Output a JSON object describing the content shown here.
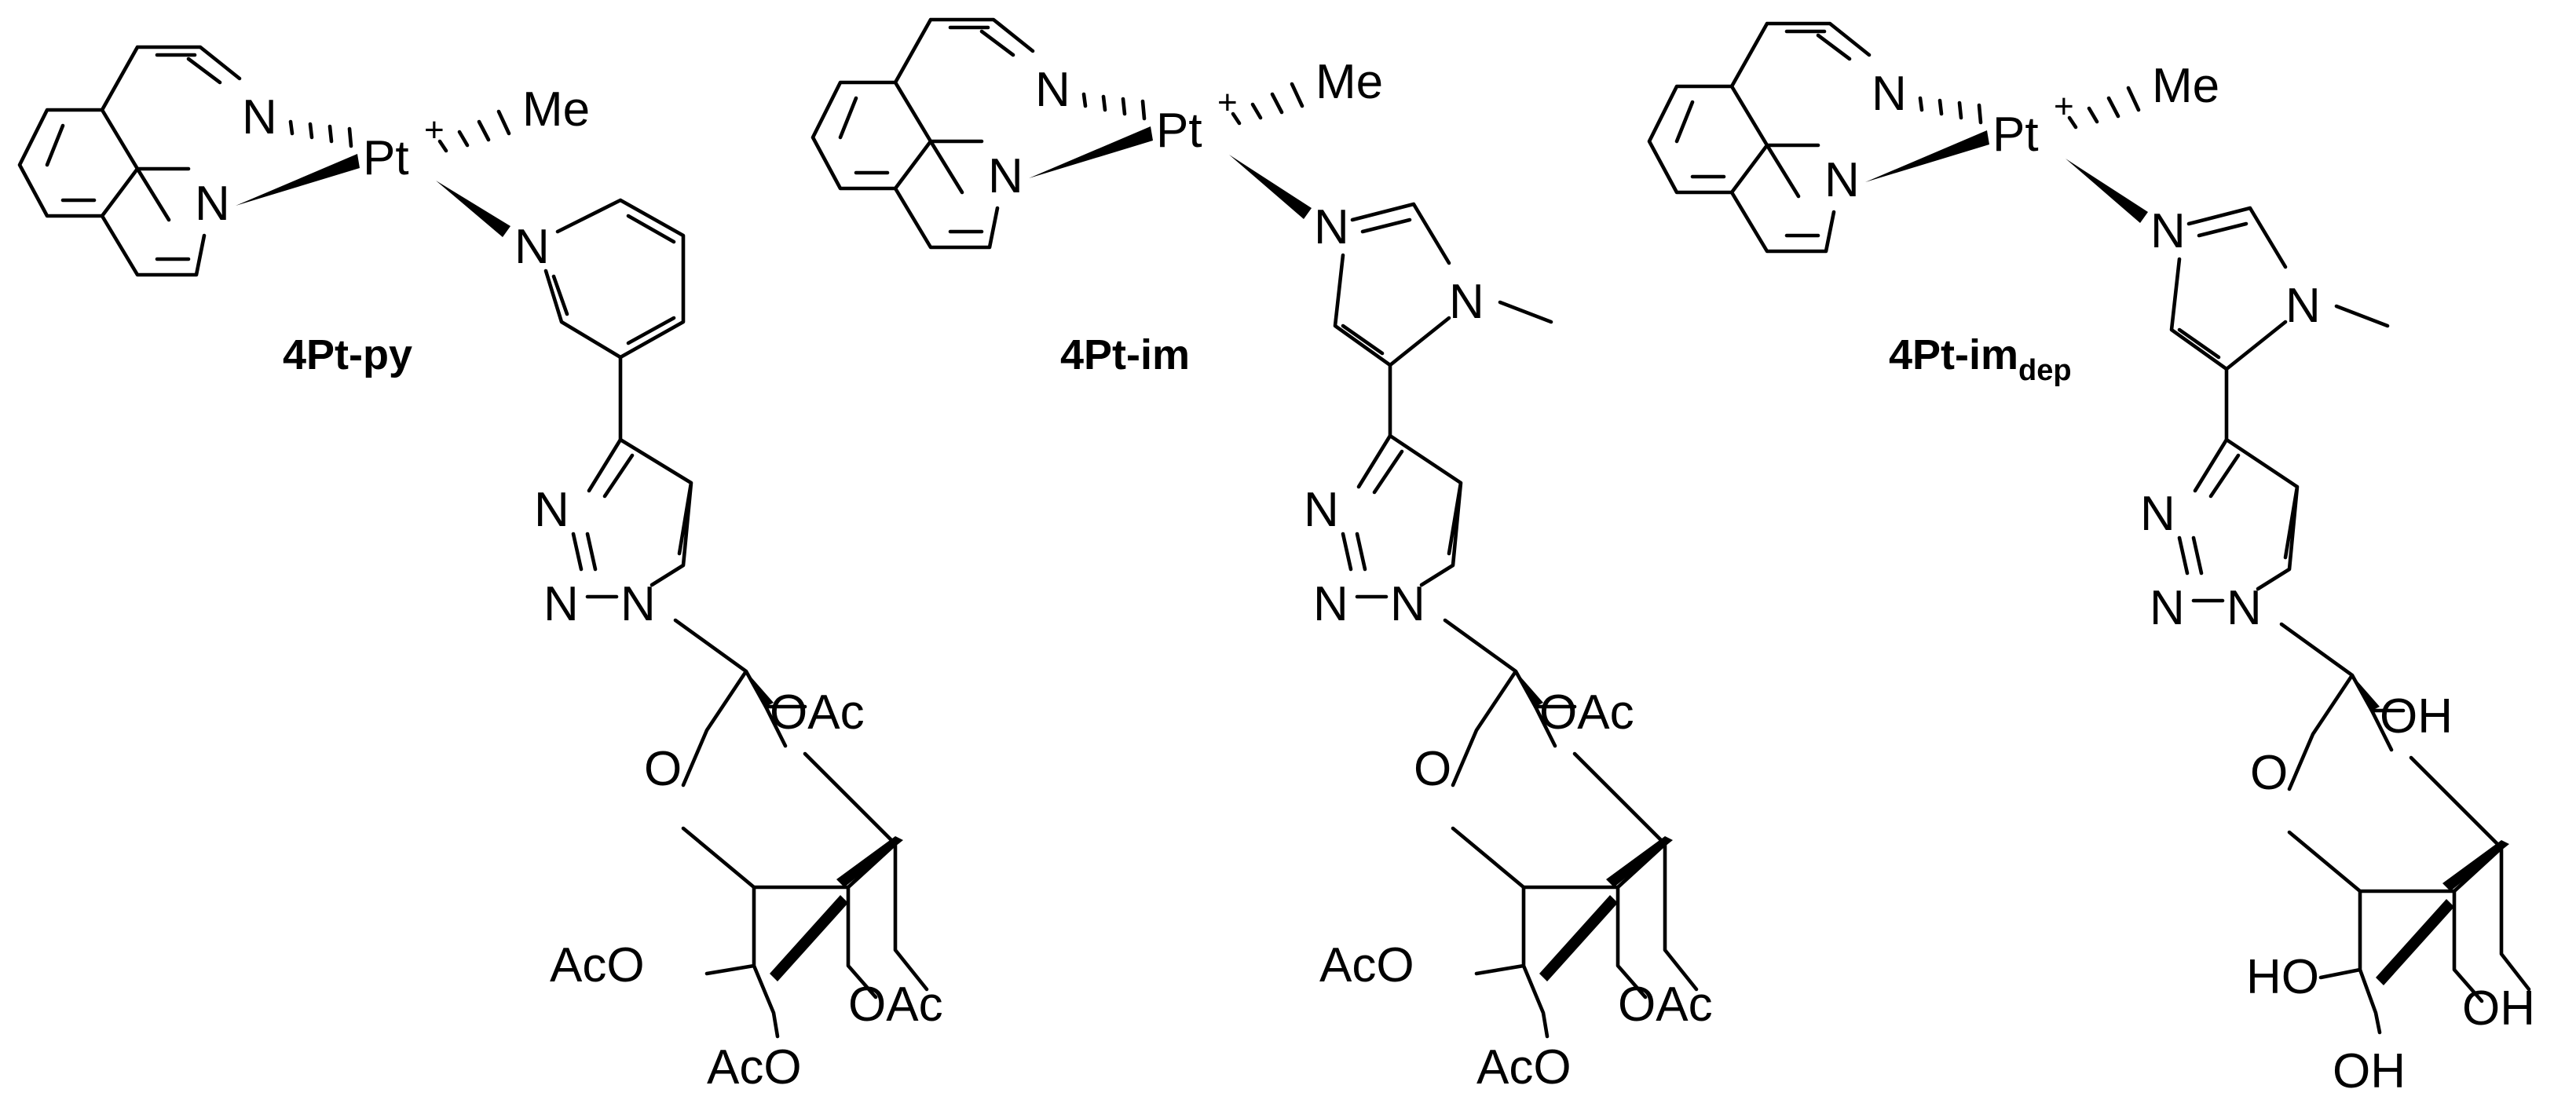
{
  "compounds": [
    {
      "label": "4Pt-py",
      "label_sub": "",
      "metal": "Pt",
      "charge": "+",
      "methyl": "Me",
      "phen_n1": "N",
      "phen_n2": "N",
      "ligand_atoms": [
        "N"
      ],
      "triazole_atoms": [
        "N",
        "N",
        "N"
      ],
      "ring_o": "O",
      "substituents": [
        "OAc",
        "OAc",
        "AcO",
        "AcO"
      ]
    },
    {
      "label": "4Pt-im",
      "label_sub": "",
      "metal": "Pt",
      "charge": "+",
      "methyl": "Me",
      "phen_n1": "N",
      "phen_n2": "N",
      "ligand_atoms": [
        "N",
        "N"
      ],
      "triazole_atoms": [
        "N",
        "N",
        "N"
      ],
      "ring_o": "O",
      "substituents": [
        "OAc",
        "OAc",
        "AcO",
        "AcO"
      ]
    },
    {
      "label": "4Pt-im",
      "label_sub": "dep",
      "metal": "Pt",
      "charge": "+",
      "methyl": "Me",
      "phen_n1": "N",
      "phen_n2": "N",
      "ligand_atoms": [
        "N",
        "N"
      ],
      "triazole_atoms": [
        "N",
        "N",
        "N"
      ],
      "ring_o": "O",
      "substituents": [
        "OH",
        "OH",
        "HO",
        "OH"
      ]
    }
  ]
}
